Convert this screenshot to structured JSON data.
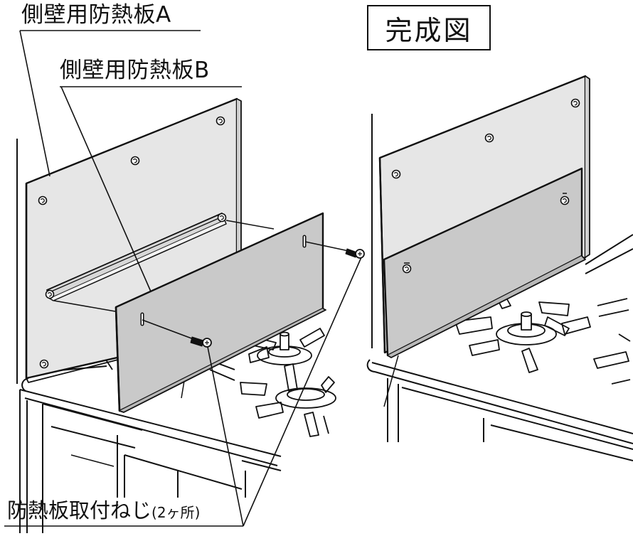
{
  "labels": {
    "panel_a": "側壁用防熱板A",
    "panel_b": "側壁用防熱板B",
    "screws_main": "防熱板取付ねじ",
    "screws_paren_open": "(",
    "screws_count": "2ヶ所",
    "screws_paren_close": ")",
    "complete": "完成図"
  },
  "colors": {
    "panel_a_fill": "#e6e6e6",
    "panel_b_fill": "#c9c9c9",
    "line": "#111111"
  },
  "icons": {
    "screw": "screw-icon",
    "hole": "screw-hole-icon"
  }
}
